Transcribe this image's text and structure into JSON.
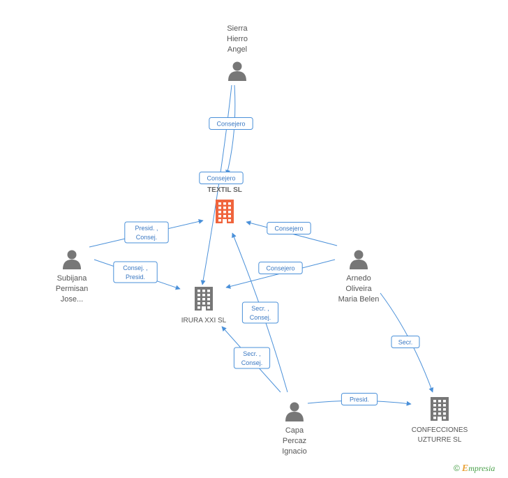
{
  "people": [
    {
      "id": "sierra",
      "label_lines": [
        "Sierra",
        "Hierro",
        "Angel"
      ]
    },
    {
      "id": "subijana",
      "label_lines": [
        "Subijana",
        "Permisan",
        "Jose..."
      ]
    },
    {
      "id": "arnedo",
      "label_lines": [
        "Arnedo",
        "Oliveira",
        "Maria Belen"
      ]
    },
    {
      "id": "capa",
      "label_lines": [
        "Capa",
        "Percaz",
        "Ignacio"
      ]
    }
  ],
  "companies": [
    {
      "id": "textil",
      "label_lines": [
        "TEXTIL SL"
      ],
      "highlight": true,
      "color": "#f0643c"
    },
    {
      "id": "irura",
      "label_lines": [
        "IRURA XXI SL"
      ],
      "highlight": false,
      "color": "#777777"
    },
    {
      "id": "confecciones",
      "label_lines": [
        "CONFECCIONES",
        "UZTURRE SL"
      ],
      "highlight": false,
      "color": "#777777"
    }
  ],
  "edges": [
    {
      "from": "sierra",
      "to": "textil",
      "role_lines": [
        "Consejero"
      ]
    },
    {
      "from": "sierra",
      "to": "irura",
      "role_lines": [
        "Consejero"
      ]
    },
    {
      "from": "subijana",
      "to": "textil",
      "role_lines": [
        "Presid. ,",
        "Consej."
      ]
    },
    {
      "from": "subijana",
      "to": "irura",
      "role_lines": [
        "Consej. ,",
        "Presid."
      ]
    },
    {
      "from": "arnedo",
      "to": "textil",
      "role_lines": [
        "Consejero"
      ]
    },
    {
      "from": "arnedo",
      "to": "irura",
      "role_lines": [
        "Consejero"
      ]
    },
    {
      "from": "arnedo",
      "to": "confecciones",
      "role_lines": [
        "Secr."
      ]
    },
    {
      "from": "capa",
      "to": "textil",
      "role_lines": [
        "Secr. ,",
        "Consej."
      ]
    },
    {
      "from": "capa",
      "to": "irura",
      "role_lines": [
        "Secr. ,",
        "Consej."
      ]
    },
    {
      "from": "capa",
      "to": "confecciones",
      "role_lines": [
        "Presid."
      ]
    }
  ],
  "colors": {
    "edge": "#4a90d9",
    "person_icon": "#777777"
  },
  "footer": {
    "copyright": "©",
    "brand_initial": "E",
    "brand_rest": "mpresia"
  }
}
